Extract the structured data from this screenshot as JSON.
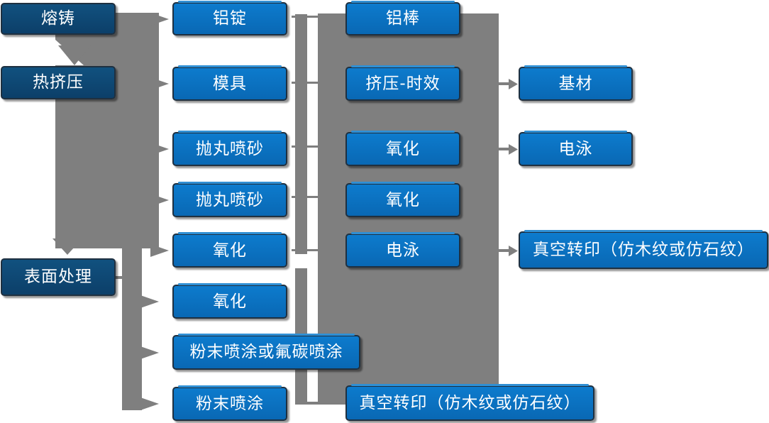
{
  "flowchart": {
    "process_column": [
      "熔铸",
      "热挤压",
      "表面处理"
    ],
    "stage2": [
      "铝锭",
      "模具",
      "抛丸喷砂",
      "抛丸喷砂",
      "氧化",
      "氧化",
      "粉末喷涂或氟碳喷涂",
      "粉末喷涂"
    ],
    "stage3": [
      "铝棒",
      "挤压-时效",
      "氧化",
      "氧化",
      "电泳",
      "真空转印（仿木纹或仿石纹）"
    ],
    "stage4": [
      "基材",
      "电泳",
      "真空转印（仿木纹或仿石纹）"
    ],
    "colors": {
      "box_blue": "#0a70c0",
      "box_dark_blue": "#0d4a7a",
      "connector_grey": "#7f7f7f",
      "text": "#ffffff"
    }
  }
}
